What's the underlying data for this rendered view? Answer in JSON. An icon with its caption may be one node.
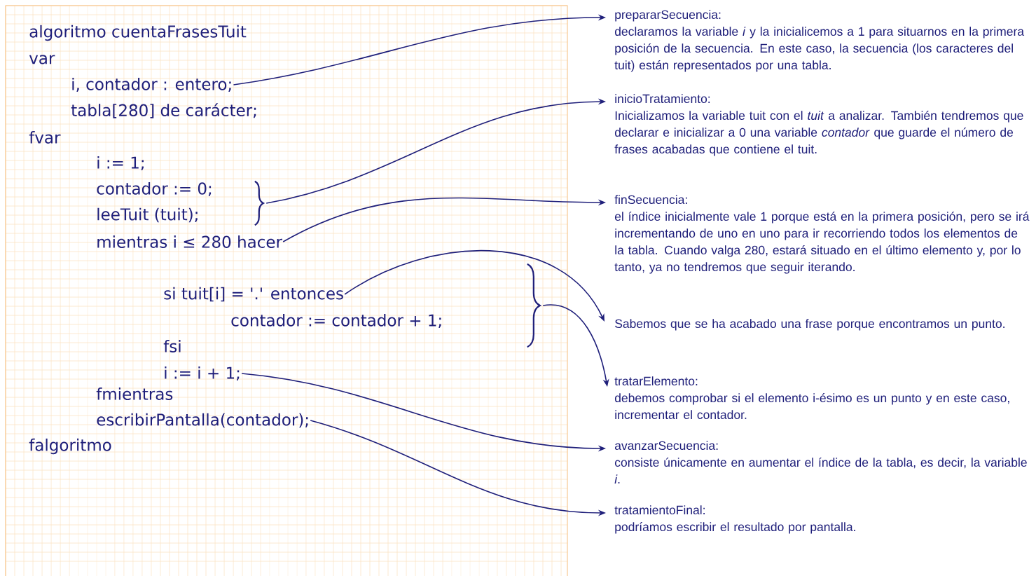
{
  "diagram": {
    "nodes": [
      {
        "text": [
          "i, contador : entero;"
        ]
      },
      {
        "text": [],
        "shape": "brace"
      },
      {
        "text": [
          "mientras i ≤ 280 hacer"
        ]
      },
      {
        "text": [
          "si tuit[i] = '.' entonces"
        ]
      },
      {
        "text": [],
        "shape": "brace"
      },
      {
        "text": [
          "i := i + 1;"
        ]
      },
      {
        "text": [
          "escribirPantalla(contador);"
        ]
      },
      {
        "text": [
          "prepararSecuencia:",
          "declaramos la variable *i* y la inicialicemos a 1 para situarnos en la primera posición de la secuencia. En este caso, la secuencia (los caracteres del tuit) están representados por una tabla."
        ]
      },
      {
        "text": [
          "inicioTratamiento:",
          "Inicializamos la variable tuit con el *tuit* a analizar. También tendremos que declarar e inicializar a 0 una variable *contador* que guarde el número de frases acabadas que contiene el tuit."
        ]
      },
      {
        "text": [
          "finSecuencia:",
          "el índice inicialmente vale 1 porque está en la primera posición, pero se irá incrementando de uno en uno para ir recorriendo todos los elementos de la tabla. Cuando valga 280, estará situado en el último elemento y, por lo tanto, ya no tendremos que seguir iterando."
        ]
      },
      {
        "text": [
          "Sabemos que se ha acabado una frase porque encontramos un punto."
        ]
      },
      {
        "text": [
          "tratarElemento:",
          "debemos comprobar si el elemento i-ésimo es un punto y en este caso, incrementar el contador."
        ]
      },
      {
        "text": [
          "avanzarSecuencia:",
          "consiste únicamente en aumentar el índice de la tabla, es decir, la variable *i*."
        ]
      },
      {
        "text": [
          "tratamientoFinal:",
          "podríamos escribir el resultado por pantalla."
        ]
      }
    ],
    "edges": [
      {
        "from": 0,
        "to": 7,
        "arrow": "to"
      },
      {
        "from": 1,
        "to": 8,
        "arrow": "to"
      },
      {
        "from": 2,
        "to": 9,
        "arrow": "to"
      },
      {
        "from": 3,
        "to": 10,
        "arrow": "to"
      },
      {
        "from": 4,
        "to": 11,
        "arrow": "to"
      },
      {
        "from": 5,
        "to": 12,
        "arrow": "to"
      },
      {
        "from": 6,
        "to": 13,
        "arrow": "to"
      }
    ],
    "labels": [
      "algoritmo cuentaFrasesTuit",
      "var",
      "tabla[280] de carácter;",
      "fvar",
      "i := 1;",
      "contador := 0;",
      "leeTuit (tuit);",
      "contador := contador + 1;",
      "fsi",
      "fmientras",
      "falgoritmo"
    ]
  }
}
